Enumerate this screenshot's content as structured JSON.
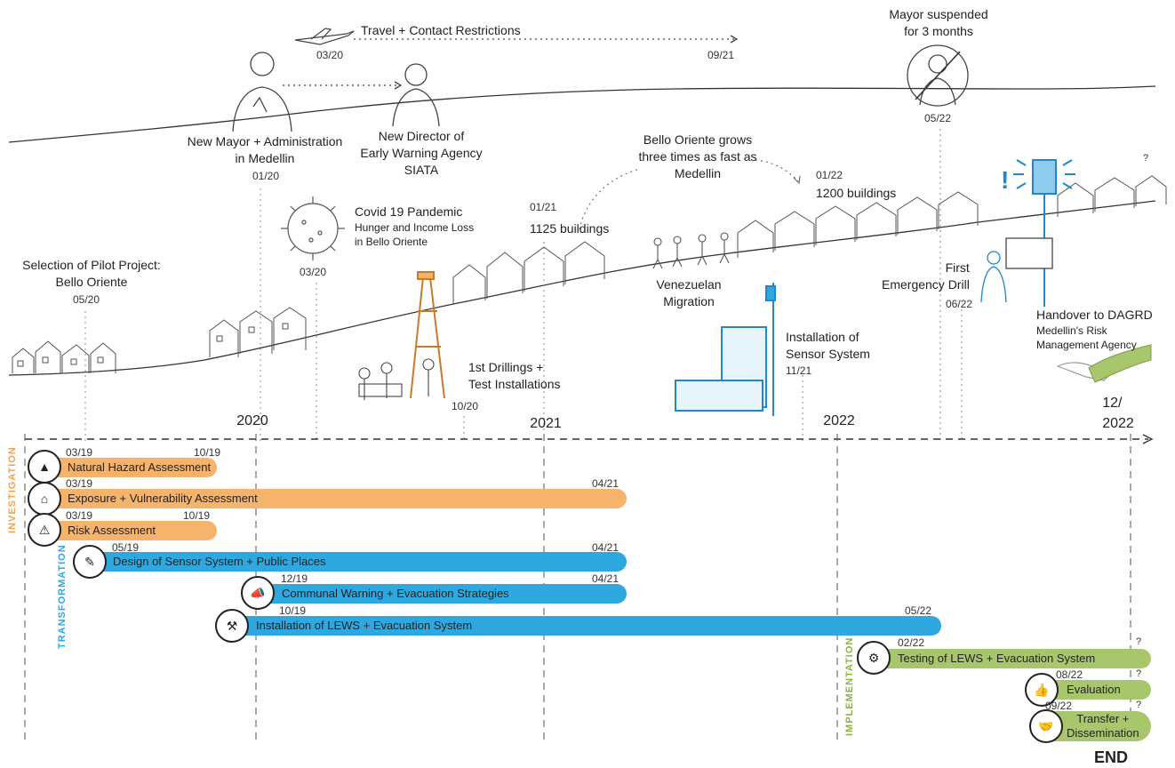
{
  "colors": {
    "investigation": "#f5b36b",
    "transformation": "#2fa8df",
    "implementation": "#a8c66c",
    "line": "#333333"
  },
  "top_events": {
    "travel": {
      "label": "Travel + Contact Restrictions",
      "start": "03/20",
      "end": "09/21",
      "icon": "airplane-icon"
    },
    "mayor": {
      "label_line1": "New Mayor + Administration",
      "label_line2": "in Medellin",
      "date": "01/20"
    },
    "director": {
      "label_line1": "New Director of",
      "label_line2": "Early Warning Agency",
      "label_line3": "SIATA"
    },
    "suspended": {
      "label_line1": "Mayor suspended",
      "label_line2": "for 3 months",
      "date": "05/22"
    }
  },
  "landscape_events": {
    "pilot": {
      "label_line1": "Selection of Pilot Project:",
      "label_line2": "Bello Oriente",
      "date": "05/20"
    },
    "covid": {
      "label_line1": "Covid 19 Pandemic",
      "label_line2": "Hunger and Income Loss",
      "label_line3": "in Bello Oriente",
      "date": "03/20"
    },
    "buildings1": {
      "date": "01/21",
      "label": "1125 buildings"
    },
    "growth": {
      "label_line1": "Bello Oriente grows",
      "label_line2": "three times as fast as",
      "label_line3": "Medellin"
    },
    "buildings2": {
      "date": "01/22",
      "label": "1200 buildings"
    },
    "drillings": {
      "label_line1": "1st Drillings +",
      "label_line2": "Test Installations",
      "date": "10/20"
    },
    "migration": {
      "label_line1": "Venezuelan",
      "label_line2": "Migration"
    },
    "sensor": {
      "label_line1": "Installation of",
      "label_line2": "Sensor System",
      "date": "11/21"
    },
    "drill": {
      "label_line1": "First",
      "label_line2": "Emergency Drill",
      "date": "06/22"
    },
    "handover": {
      "label": "Handover to DAGRD",
      "sub_line1": "Medellin's Risk",
      "sub_line2": "Management Agency"
    },
    "question": "?"
  },
  "timeline": {
    "years": [
      "2020",
      "2021",
      "2022"
    ],
    "end_year_line1": "12/",
    "end_year_line2": "2022",
    "end_label": "END"
  },
  "phases": {
    "investigation": "INVESTIGATION",
    "transformation": "TRANSFORMATION",
    "implementation": "IMPLEMENTATION"
  },
  "bars": [
    {
      "label": "Natural Hazard Assessment",
      "start": "03/19",
      "end": "10/19",
      "phase": "investigation",
      "icon": "hazard-icon"
    },
    {
      "label": "Exposure + Vulnerability  Assessment",
      "start": "03/19",
      "end": "04/21",
      "phase": "investigation",
      "icon": "houses-icon"
    },
    {
      "label": "Risk Assessment",
      "start": "03/19",
      "end": "10/19",
      "phase": "investigation",
      "icon": "risk-icon"
    },
    {
      "label": "Design of Sensor System + Public Places",
      "start": "05/19",
      "end": "04/21",
      "phase": "transformation",
      "icon": "design-icon"
    },
    {
      "label": "Communal Warning + Evacuation Strategies",
      "start": "12/19",
      "end": "04/21",
      "phase": "transformation",
      "icon": "megaphone-icon"
    },
    {
      "label": "Installation of LEWS + Evacuation System",
      "start": "10/19",
      "end": "05/22",
      "phase": "transformation",
      "icon": "installation-icon"
    },
    {
      "label": "Testing of LEWS + Evacuation System",
      "start": "02/22",
      "end": "?",
      "phase": "implementation",
      "icon": "testing-icon"
    },
    {
      "label": "Evaluation",
      "start": "08/22",
      "end": "?",
      "phase": "implementation",
      "icon": "thumbs-icon"
    },
    {
      "label_line1": "Transfer +",
      "label_line2": "Dissemination",
      "start": "09/22",
      "end": "?",
      "phase": "implementation",
      "icon": "handshake-icon"
    }
  ]
}
